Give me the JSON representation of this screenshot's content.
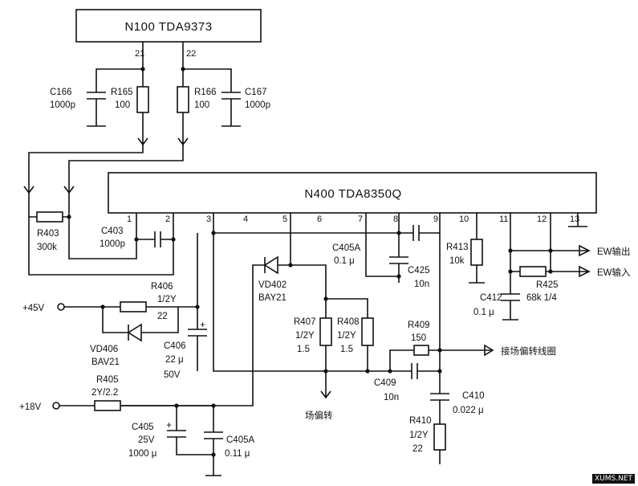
{
  "chips": {
    "n100": "N100  TDA9373",
    "n400": "N400   TDA8350Q"
  },
  "n100_pins": [
    "21",
    "22"
  ],
  "n400_pins": [
    "1",
    "2",
    "3",
    "4",
    "5",
    "6",
    "7",
    "8",
    "9",
    "10",
    "11",
    "12",
    "13"
  ],
  "components": {
    "c166": [
      "C166",
      "1000p"
    ],
    "r165": [
      "R165",
      "100"
    ],
    "r166": [
      "R166",
      "100"
    ],
    "c167": [
      "C167",
      "1000p"
    ],
    "r403": [
      "R403",
      "300k"
    ],
    "c403": [
      "C403",
      "1000p"
    ],
    "c405a_top": [
      "C405A",
      "0.1 μ"
    ],
    "c425": [
      "C425",
      "10n"
    ],
    "r413": [
      "R413",
      "10k"
    ],
    "c412": [
      "C412",
      "0.1 μ"
    ],
    "r425": [
      "R425",
      "68k  1/4"
    ],
    "r406": [
      "R406",
      "1/2Y",
      "22"
    ],
    "vd406": [
      "VD406",
      "BAV21"
    ],
    "c406": [
      "C406",
      "22 μ",
      "50V"
    ],
    "vd402": [
      "VD402",
      "BAY21"
    ],
    "r407": [
      "R407",
      "1/2Y",
      "1.5"
    ],
    "r408": [
      "R408",
      "1/2Y",
      "1.5"
    ],
    "r409": [
      "R409",
      "150"
    ],
    "c409": [
      "C409",
      "10n"
    ],
    "c410": [
      "C410",
      "0.022 μ"
    ],
    "r410": [
      "R410",
      "1/2Y",
      "22"
    ],
    "r405": [
      "R405",
      "2Y/2.2"
    ],
    "c405": [
      "C405",
      "25V",
      "1000 μ"
    ],
    "c405a_bot": [
      "C405A",
      "0.11 μ"
    ]
  },
  "supplies": {
    "v45": "+45V",
    "v18": "+18V"
  },
  "signals": {
    "ew_out": "EW输出",
    "ew_in": "EW输入",
    "yoke": "接场偏转线圈",
    "field_deflection": "场偏转"
  },
  "watermark": "XUMS.NET"
}
